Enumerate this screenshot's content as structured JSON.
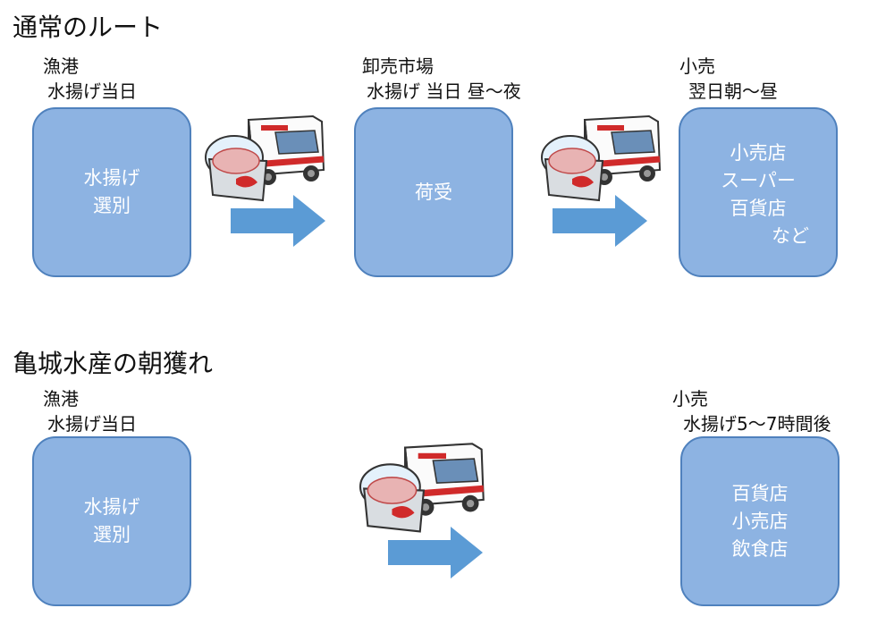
{
  "sections": [
    {
      "title": "通常のルート",
      "stages": [
        {
          "label_top": "漁港",
          "label_bottom": "水揚げ当日",
          "box_lines": [
            "水揚げ",
            "選別"
          ]
        },
        {
          "label_top": "卸売市場",
          "label_bottom": "水揚げ 当日 昼〜夜",
          "box_lines": [
            "荷受"
          ]
        },
        {
          "label_top": "小売",
          "label_bottom": "翌日朝〜昼",
          "box_lines": [
            "小売店",
            "スーパー",
            "百貨店",
            "など"
          ]
        }
      ]
    },
    {
      "title": "亀城水産の朝獲れ",
      "stages": [
        {
          "label_top": "漁港",
          "label_bottom": "水揚げ当日",
          "box_lines": [
            "水揚げ",
            "選別"
          ]
        },
        {
          "label_top": "小売",
          "label_bottom": "水揚げ5〜7時間後",
          "box_lines": [
            "百貨店",
            "小売店",
            "飲食店"
          ]
        }
      ]
    }
  ],
  "colors": {
    "box_fill": "#8db3e2",
    "box_border": "#4f81bd",
    "arrow": "#5b9bd5",
    "truck_red": "#d02a2a"
  },
  "icons": [
    "fish-box-icon",
    "delivery-truck-icon",
    "right-arrow-icon"
  ]
}
